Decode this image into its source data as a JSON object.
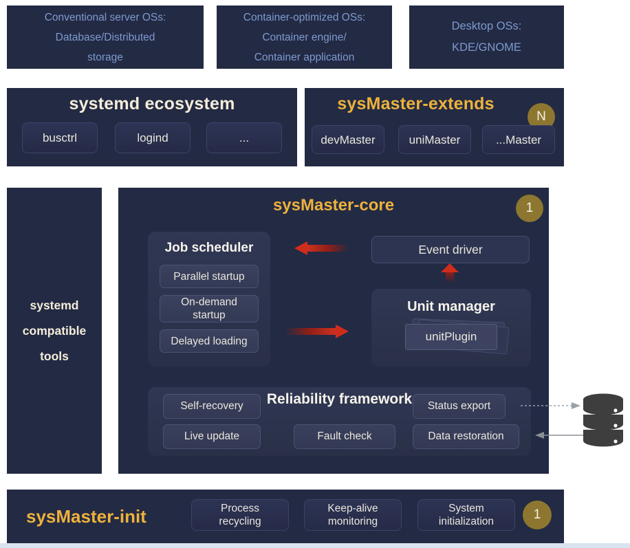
{
  "colors": {
    "box_bg": "#232a43",
    "accent_gold": "#edb23c",
    "badge_bg": "#8d7730",
    "blue_text": "#7d9ad0",
    "cream_text": "#f4edda",
    "red_arrow": "#d0301f"
  },
  "top_row": {
    "conventional": {
      "lines": [
        "Conventional server OSs:",
        "Database/Distributed",
        "storage"
      ]
    },
    "container": {
      "lines": [
        "Container-optimized OSs:",
        "Container engine/",
        "Container application"
      ]
    },
    "desktop": {
      "lines": [
        "Desktop OSs:",
        "KDE/GNOME"
      ]
    }
  },
  "ecosystem": {
    "title": "systemd ecosystem",
    "items": [
      "busctrl",
      "logind",
      "..."
    ]
  },
  "extends": {
    "title": "sysMaster-extends",
    "badge": "N",
    "items": [
      "devMaster",
      "uniMaster",
      "...Master"
    ]
  },
  "tools": {
    "lines": [
      "systemd",
      "compatible",
      "tools"
    ]
  },
  "core": {
    "title": "sysMaster-core",
    "badge": "1",
    "job_scheduler": {
      "title": "Job scheduler",
      "items": [
        {
          "lines": [
            "Parallel startup"
          ]
        },
        {
          "lines": [
            "On-demand",
            "startup"
          ]
        },
        {
          "lines": [
            "Delayed loading"
          ]
        }
      ]
    },
    "event_driver": "Event driver",
    "unit_manager": {
      "title": "Unit manager",
      "plugin": "unitPlugin"
    },
    "reliability": {
      "title": "Reliability framework",
      "items": [
        "Self-recovery",
        "Status export",
        "Live update",
        "Fault check",
        "Data restoration"
      ]
    }
  },
  "icons": {
    "database": "database-icon",
    "flow_left": "arrow-left-icon",
    "flow_right": "arrow-right-icon",
    "flow_up": "arrow-up-icon",
    "to_storage": "dashed-arrow-right-icon",
    "from_storage": "solid-arrow-left-icon"
  },
  "init": {
    "title": "sysMaster-init",
    "badge": "1",
    "items": [
      {
        "lines": [
          "Process",
          "recycling"
        ]
      },
      {
        "lines": [
          "Keep-alive",
          "monitoring"
        ]
      },
      {
        "lines": [
          "System",
          "initialization"
        ]
      }
    ]
  }
}
